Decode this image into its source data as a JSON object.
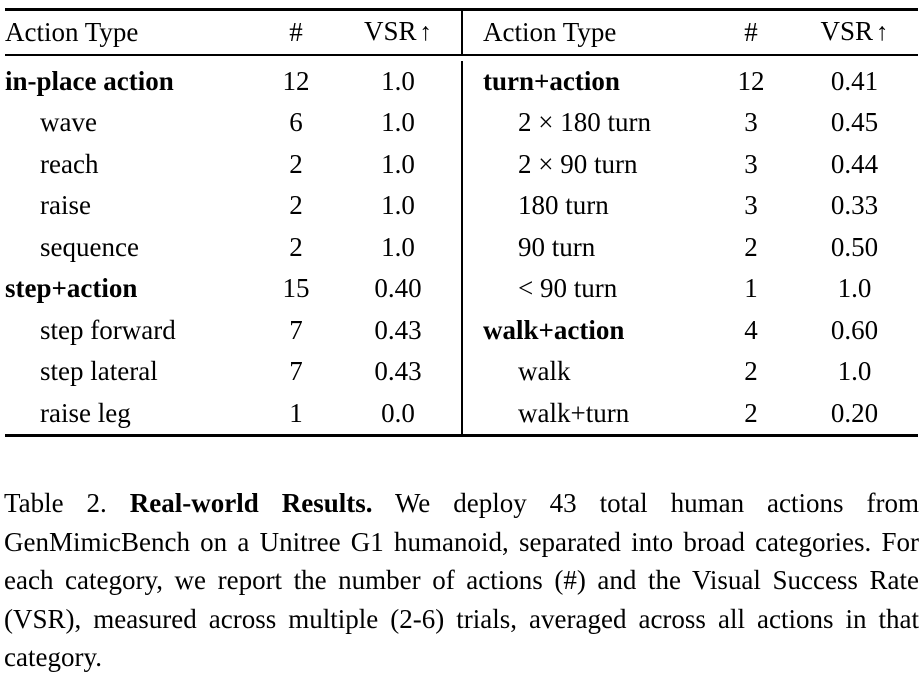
{
  "table": {
    "columns": {
      "name_header": "Action Type",
      "count_header": "#",
      "vsr_header": "VSR",
      "vsr_arrow": "↑"
    },
    "left_rows": [
      {
        "label": "in-place action",
        "count": "12",
        "vsr": "1.0",
        "bold": true
      },
      {
        "label": "wave",
        "count": "6",
        "vsr": "1.0",
        "bold": false
      },
      {
        "label": "reach",
        "count": "2",
        "vsr": "1.0",
        "bold": false
      },
      {
        "label": "raise",
        "count": "2",
        "vsr": "1.0",
        "bold": false
      },
      {
        "label": "sequence",
        "count": "2",
        "vsr": "1.0",
        "bold": false
      },
      {
        "label": "step+action",
        "count": "15",
        "vsr": "0.40",
        "bold": true
      },
      {
        "label": "step forward",
        "count": "7",
        "vsr": "0.43",
        "bold": false
      },
      {
        "label": "step lateral",
        "count": "7",
        "vsr": "0.43",
        "bold": false
      },
      {
        "label": "raise leg",
        "count": "1",
        "vsr": "0.0",
        "bold": false
      }
    ],
    "right_rows": [
      {
        "label": "turn+action",
        "count": "12",
        "vsr": "0.41",
        "bold": true
      },
      {
        "label": "2 × 180 turn",
        "count": "3",
        "vsr": "0.45",
        "bold": false
      },
      {
        "label": "2 × 90 turn",
        "count": "3",
        "vsr": "0.44",
        "bold": false
      },
      {
        "label": "180 turn",
        "count": "3",
        "vsr": "0.33",
        "bold": false
      },
      {
        "label": "90 turn",
        "count": "2",
        "vsr": "0.50",
        "bold": false
      },
      {
        "label": "< 90 turn",
        "count": "1",
        "vsr": "1.0",
        "bold": false
      },
      {
        "label": "walk+action",
        "count": "4",
        "vsr": "0.60",
        "bold": true
      },
      {
        "label": "walk",
        "count": "2",
        "vsr": "1.0",
        "bold": false
      },
      {
        "label": "walk+turn",
        "count": "2",
        "vsr": "0.20",
        "bold": false
      }
    ]
  },
  "caption": {
    "number": "Table 2.",
    "title": "Real-world Results.",
    "body": "We deploy 43 total human actions from GenMimicBench on a Unitree G1 humanoid, separated into broad categories. For each category, we report the number of actions (#) and the Visual Success Rate (VSR), measured across multiple (2-6) trials, averaged across all actions in that category."
  },
  "chart_data": {
    "type": "table",
    "title": "Real-world Results",
    "columns": [
      "Action Type",
      "#",
      "VSR"
    ],
    "rows": [
      [
        "in-place action",
        12,
        1.0
      ],
      [
        "wave",
        6,
        1.0
      ],
      [
        "reach",
        2,
        1.0
      ],
      [
        "raise",
        2,
        1.0
      ],
      [
        "sequence",
        2,
        1.0
      ],
      [
        "step+action",
        15,
        0.4
      ],
      [
        "step forward",
        7,
        0.43
      ],
      [
        "step lateral",
        7,
        0.43
      ],
      [
        "raise leg",
        1,
        0.0
      ],
      [
        "turn+action",
        12,
        0.41
      ],
      [
        "2 × 180 turn",
        3,
        0.45
      ],
      [
        "2 × 90 turn",
        3,
        0.44
      ],
      [
        "180 turn",
        3,
        0.33
      ],
      [
        "90 turn",
        2,
        0.5
      ],
      [
        "< 90 turn",
        1,
        1.0
      ],
      [
        "walk+action",
        4,
        0.6
      ],
      [
        "walk",
        2,
        1.0
      ],
      [
        "walk+turn",
        2,
        0.2
      ]
    ]
  }
}
